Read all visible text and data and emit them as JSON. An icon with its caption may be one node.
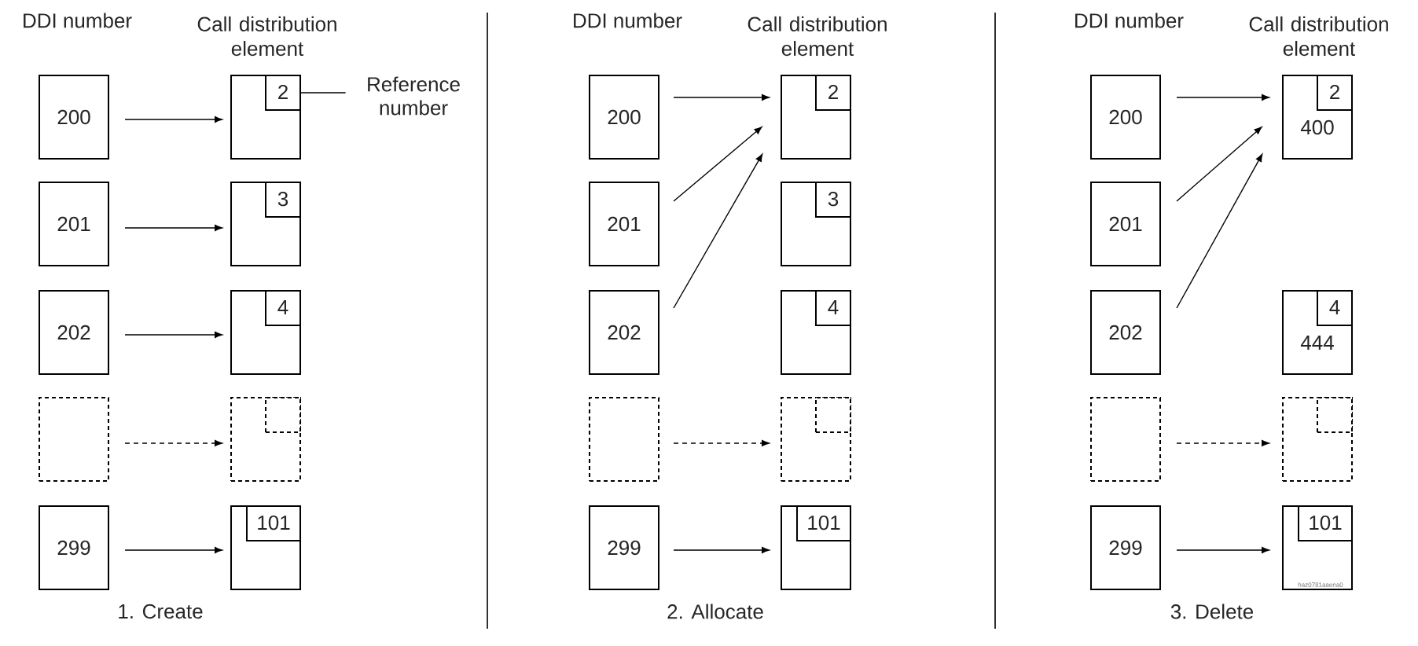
{
  "diagram": {
    "nodes": [
      {
        "text": [
          "200"
        ]
      },
      {
        "text": [],
        "shape": "box"
      },
      {
        "text": [
          "2"
        ],
        "in": 1
      },
      {
        "text": [
          "Reference number"
        ]
      },
      {
        "text": [
          "201"
        ]
      },
      {
        "text": [],
        "shape": "box"
      },
      {
        "text": [
          "3"
        ],
        "in": 5
      },
      {
        "text": [
          "202"
        ]
      },
      {
        "text": [],
        "shape": "box"
      },
      {
        "text": [
          "4"
        ],
        "in": 8
      },
      {
        "text": [],
        "shape": "box"
      },
      {
        "text": [],
        "shape": "box"
      },
      {
        "text": [],
        "shape": "box",
        "in": 11
      },
      {
        "text": [
          "299"
        ]
      },
      {
        "text": [],
        "shape": "box"
      },
      {
        "text": [
          "101"
        ],
        "in": 14
      },
      {
        "text": [
          "200"
        ]
      },
      {
        "text": [],
        "shape": "box"
      },
      {
        "text": [
          "2"
        ],
        "in": 17
      },
      {
        "text": [
          "201"
        ]
      },
      {
        "text": [],
        "shape": "box"
      },
      {
        "text": [
          "3"
        ],
        "in": 20
      },
      {
        "text": [
          "202"
        ]
      },
      {
        "text": [],
        "shape": "box"
      },
      {
        "text": [
          "4"
        ],
        "in": 23
      },
      {
        "text": [],
        "shape": "box"
      },
      {
        "text": [],
        "shape": "box"
      },
      {
        "text": [],
        "shape": "box",
        "in": 26
      },
      {
        "text": [
          "299"
        ]
      },
      {
        "text": [],
        "shape": "box"
      },
      {
        "text": [
          "101"
        ],
        "in": 29
      },
      {
        "text": [
          "200"
        ]
      },
      {
        "text": [
          "400"
        ]
      },
      {
        "text": [
          "2"
        ],
        "in": 32
      },
      {
        "text": [
          "201"
        ]
      },
      {
        "text": [
          "202"
        ]
      },
      {
        "text": [
          "444"
        ]
      },
      {
        "text": [
          "4"
        ],
        "in": 36
      },
      {
        "text": [],
        "shape": "box"
      },
      {
        "text": [],
        "shape": "box"
      },
      {
        "text": [],
        "shape": "box",
        "in": 39
      },
      {
        "text": [
          "299"
        ]
      },
      {
        "text": [],
        "shape": "box"
      },
      {
        "text": [
          "101"
        ],
        "in": 42
      }
    ],
    "edges": [
      {
        "from": 0,
        "to": 1,
        "arrow": "to"
      },
      {
        "from": 3,
        "to": 2,
        "arrow": "none"
      },
      {
        "from": 4,
        "to": 5,
        "arrow": "to"
      },
      {
        "from": 7,
        "to": 8,
        "arrow": "to"
      },
      {
        "from": 10,
        "to": 11,
        "arrow": "to",
        "style": "dashed"
      },
      {
        "from": 13,
        "to": 14,
        "arrow": "to"
      },
      {
        "from": 16,
        "to": 17,
        "arrow": "to"
      },
      {
        "from": 19,
        "to": 17,
        "arrow": "to"
      },
      {
        "from": 22,
        "to": 17,
        "arrow": "to"
      },
      {
        "from": 25,
        "to": 26,
        "arrow": "to",
        "style": "dashed"
      },
      {
        "from": 28,
        "to": 29,
        "arrow": "to"
      },
      {
        "from": 31,
        "to": 32,
        "arrow": "to"
      },
      {
        "from": 34,
        "to": 32,
        "arrow": "to"
      },
      {
        "from": 35,
        "to": 32,
        "arrow": "to"
      },
      {
        "from": 38,
        "to": 39,
        "arrow": "to",
        "style": "dashed"
      },
      {
        "from": 41,
        "to": 42,
        "arrow": "to"
      }
    ],
    "labels": [
      "DDI number",
      "Call distribution element",
      "DDI number",
      "Call distribution element",
      "DDI number",
      "Call distribution element",
      "haz0781aaena0",
      "1. Create",
      "2. Allocate",
      "3. Delete"
    ]
  }
}
